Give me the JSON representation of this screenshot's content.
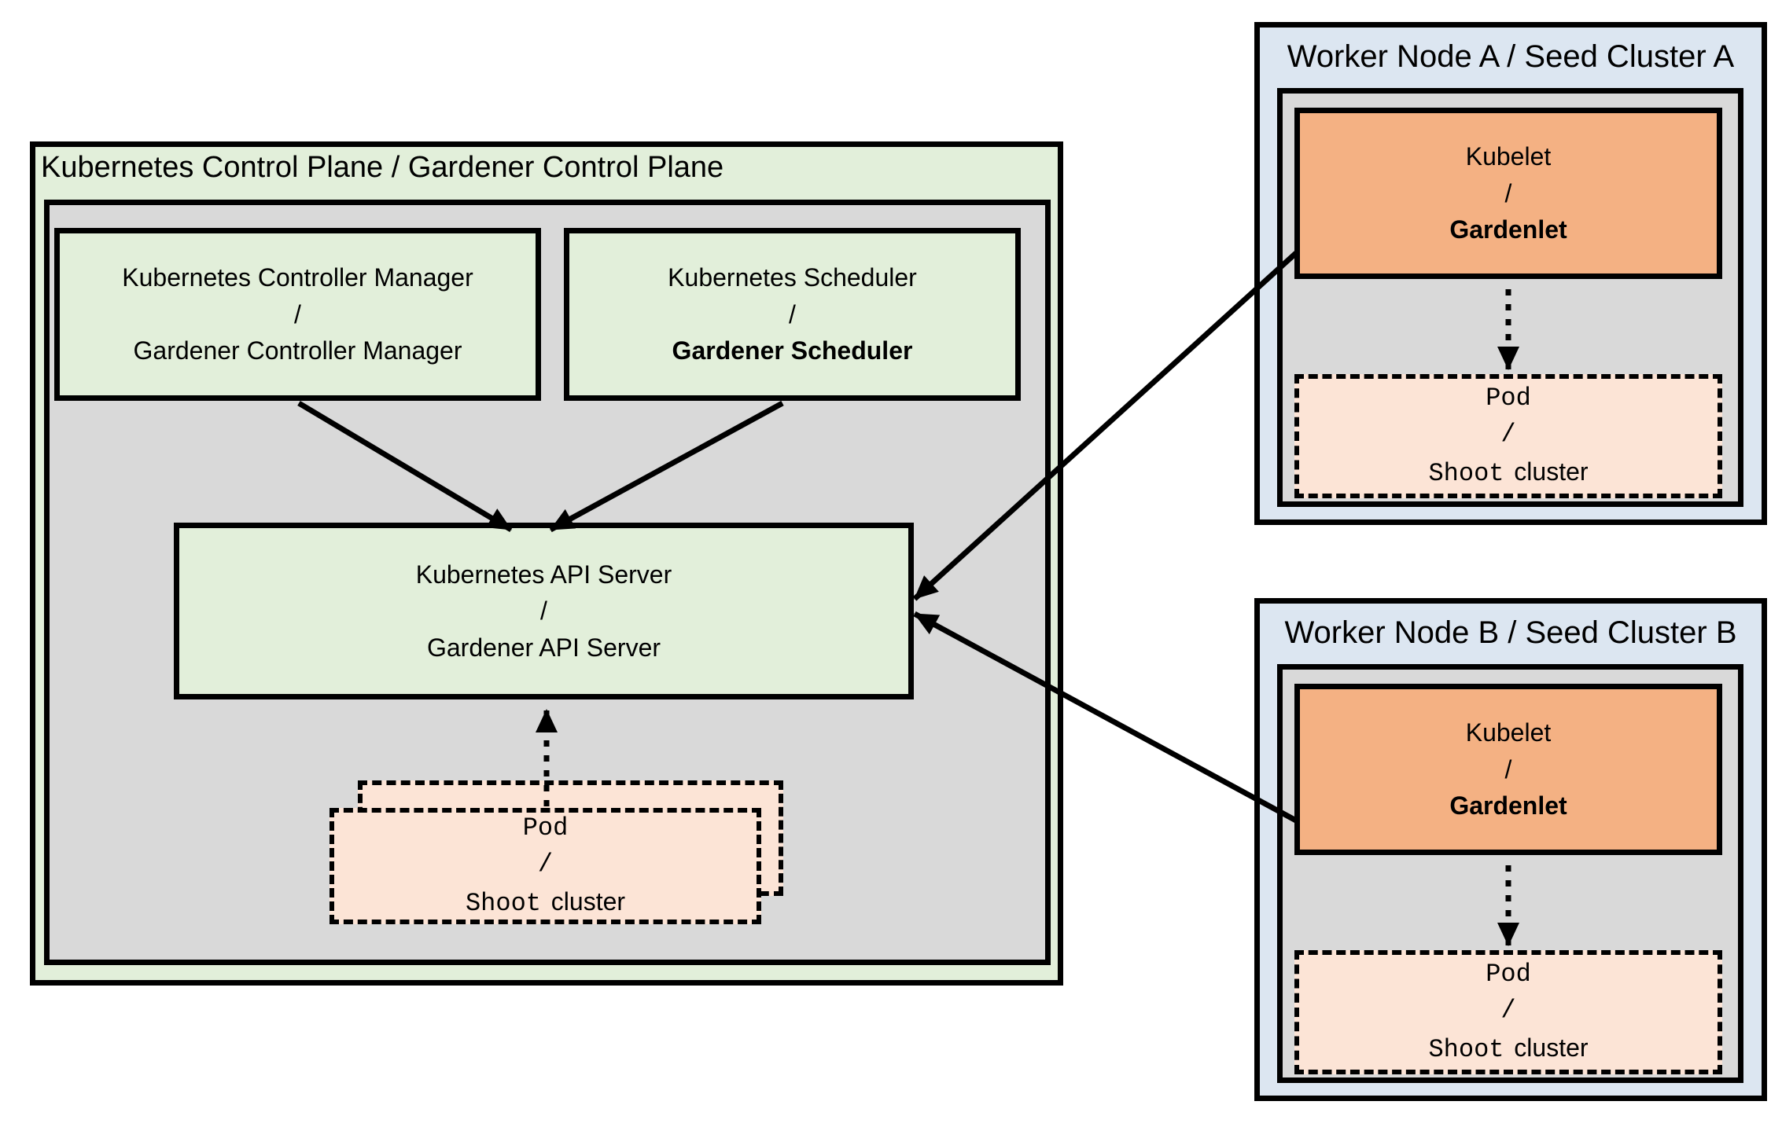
{
  "colors": {
    "light_green_fill": "#E2EFDA",
    "gray_fill": "#D9D9D9",
    "light_blue_fill": "#DCE6F1",
    "orange_fill": "#F4B183",
    "peach_fill": "#FCE4D6",
    "line_color": "#000000"
  },
  "control_plane": {
    "title": "Kubernetes Control Plane / Gardener Control Plane",
    "controller_manager": {
      "line1": "Kubernetes Controller Manager",
      "separator": "/",
      "line2": "Gardener Controller Manager"
    },
    "scheduler": {
      "line1": "Kubernetes Scheduler",
      "separator": "/",
      "line2": "Gardener Scheduler"
    },
    "api_server": {
      "line1": "Kubernetes API Server",
      "separator": "/",
      "line2": "Gardener API Server"
    },
    "pod_stack": {
      "line1": "Pod",
      "separator": "/",
      "line2_code": "Shoot",
      "line2_plain": "cluster"
    }
  },
  "worker_nodes": [
    {
      "title": "Worker Node A / Seed Cluster A",
      "kubelet": {
        "line1": "Kubelet",
        "separator": "/",
        "line2": "Gardenlet"
      },
      "pod": {
        "line1": "Pod",
        "separator": "/",
        "line2_code": "Shoot",
        "line2_plain": "cluster"
      }
    },
    {
      "title": "Worker Node B / Seed Cluster B",
      "kubelet": {
        "line1": "Kubelet",
        "separator": "/",
        "line2": "Gardenlet"
      },
      "pod": {
        "line1": "Pod",
        "separator": "/",
        "line2_code": "Shoot",
        "line2_plain": "cluster"
      }
    }
  ]
}
